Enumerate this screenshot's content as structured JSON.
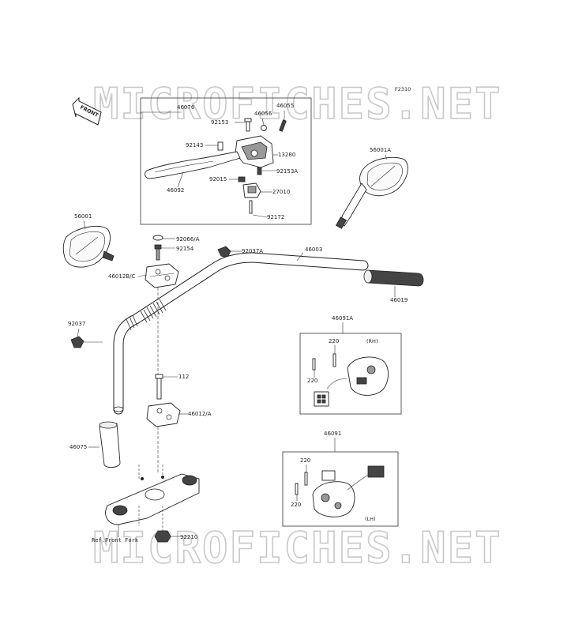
{
  "figure_code": "F2310",
  "watermark": "MICROFICHES.NET",
  "front_label": "FRONT",
  "ref_note": "Ref.Front Fork",
  "box_tags": {
    "rh": "(RH)",
    "lh": "(LH)"
  },
  "parts": {
    "p46076": "46076",
    "p46055": "46055",
    "p46056": "46056",
    "p92153": "92153",
    "p92143": "92143",
    "p13280": "13280",
    "p92153a": "92153A",
    "p92015": "92015",
    "p27010": "27010",
    "p46092": "46092",
    "p92172": "92172",
    "p56001a": "56001A",
    "p56001": "56001",
    "p92066": "92066/A",
    "p92154": "92154",
    "p92037a": "92037A",
    "p46003": "46003",
    "p46012bc": "46012B/C",
    "p46019": "46019",
    "p92037": "92037",
    "p46091a": "46091A",
    "p220_1": "220",
    "p220_2": "220",
    "p112": "112",
    "p46012a": "46012/A",
    "p46075": "46075",
    "p46091": "46091",
    "p220_3": "220",
    "p220_4": "220",
    "p92210": "92210"
  }
}
